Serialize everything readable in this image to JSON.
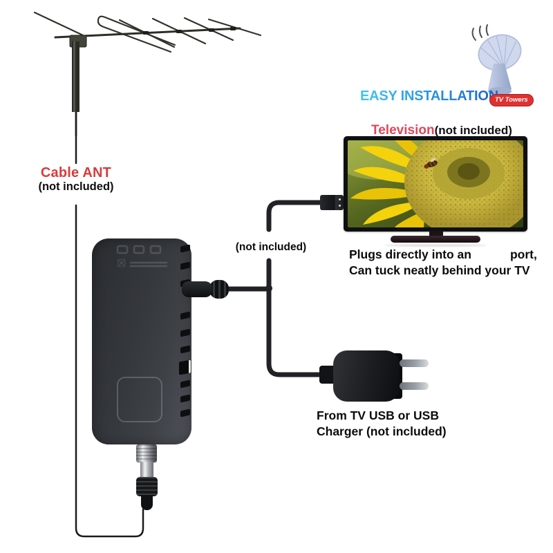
{
  "page": {
    "background": "#ffffff"
  },
  "branding": {
    "title": "EASY INSTALLATION",
    "title_color_start": "#3ec6f2",
    "title_color_end": "#1a63c8",
    "badge": "TV Towers",
    "badge_bg": "#e03131",
    "satellite_icon": "satellite-dish-icon",
    "signal_icon": "signal-waves-icon"
  },
  "antenna": {
    "icon": "yagi-antenna-icon",
    "label": "Cable ANT",
    "note": "(not included)",
    "label_color": "#d93b3b",
    "cable_icon": "antenna-downlead-cable"
  },
  "television": {
    "label": "Television",
    "note": "(not included)",
    "label_color": "#e0475a",
    "screen_icon": "sunflower-bee-photo",
    "usb_icon": "usb-a-plug-icon",
    "caption_line1_before_gap": "Plugs directly into an",
    "caption_line1_after_gap": "port,",
    "caption_line2": "Can tuck neatly behind your TV"
  },
  "tuner_box": {
    "icon": "tv-tuner-box",
    "certification_icons": [
      "fcc-logo-icon",
      "ce-mark-icon",
      "weee-bin-icon"
    ],
    "coax_female_icon": "coax-antenna-connector",
    "coax_plug_icon": "coax-cable-plug",
    "dc_plug_icon": "dc-power-plug",
    "vents_icon": "side-vents",
    "side_port_icon": "side-usb-port"
  },
  "power": {
    "cable_note": "(not included)",
    "splitter_icon": "y-power-cable",
    "charger_icon": "eu-wall-charger-icon",
    "caption_line1": "From TV USB or USB",
    "caption_line2": "Charger (not included)"
  }
}
